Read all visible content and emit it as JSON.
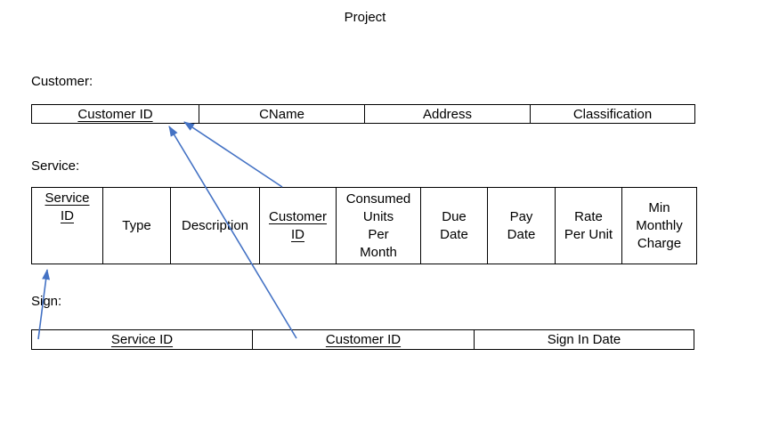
{
  "page": {
    "title": "Project"
  },
  "diagram": {
    "arrow_color": "#4472C4",
    "border_color": "#000000",
    "tables": [
      {
        "name": "Customer",
        "label": "Customer:",
        "columns": [
          {
            "label": "Customer ID",
            "key": true
          },
          {
            "label": "CName",
            "key": false
          },
          {
            "label": "Address",
            "key": false
          },
          {
            "label": "Classification",
            "key": false
          }
        ]
      },
      {
        "name": "Service",
        "label": "Service:",
        "columns": [
          {
            "label": "Service\nID",
            "key": true
          },
          {
            "label": "Type",
            "key": false
          },
          {
            "label": "Description",
            "key": false
          },
          {
            "label": "Customer\nID",
            "key": true
          },
          {
            "label": "Consumed\nUnits\nPer\nMonth",
            "key": false
          },
          {
            "label": "Due\nDate",
            "key": false
          },
          {
            "label": "Pay\nDate",
            "key": false
          },
          {
            "label": "Rate\nPer Unit",
            "key": false
          },
          {
            "label": "Min\nMonthly\nCharge",
            "key": false
          }
        ]
      },
      {
        "name": "Sign",
        "label": "Sign:",
        "columns": [
          {
            "label": "Service ID",
            "key": true
          },
          {
            "label": "Customer ID",
            "key": true
          },
          {
            "label": "Sign In Date",
            "key": false
          }
        ]
      }
    ],
    "relationships": [
      {
        "from": "Sign.Service ID",
        "to": "Service.Service ID"
      },
      {
        "from": "Sign.Customer ID",
        "to": "Customer.Customer ID"
      },
      {
        "from": "Service.Customer ID",
        "to": "Customer.Customer ID"
      }
    ]
  }
}
